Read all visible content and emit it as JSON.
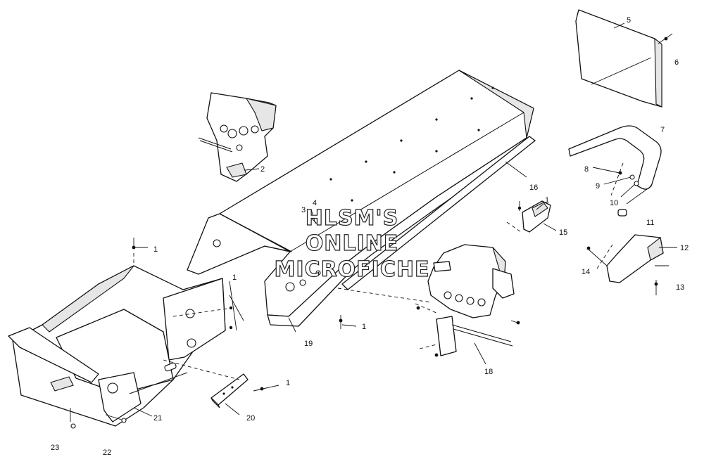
{
  "watermark": {
    "lines": [
      "HLSM'S",
      "ONLINE",
      "MICROFICHE"
    ]
  },
  "callouts": [
    {
      "id": "c1",
      "label": "1"
    },
    {
      "id": "c2",
      "label": "2"
    },
    {
      "id": "c3",
      "label": "3"
    },
    {
      "id": "c4",
      "label": "4"
    },
    {
      "id": "c5",
      "label": "5"
    },
    {
      "id": "c6",
      "label": "6"
    },
    {
      "id": "c7",
      "label": "7"
    },
    {
      "id": "c8",
      "label": "8"
    },
    {
      "id": "c9",
      "label": "9"
    },
    {
      "id": "c10",
      "label": "10"
    },
    {
      "id": "c11",
      "label": "11"
    },
    {
      "id": "c12",
      "label": "12"
    },
    {
      "id": "c13",
      "label": "13"
    },
    {
      "id": "c14",
      "label": "14"
    },
    {
      "id": "c15",
      "label": "15"
    },
    {
      "id": "c16",
      "label": "16"
    },
    {
      "id": "c18",
      "label": "18"
    },
    {
      "id": "c19",
      "label": "19"
    },
    {
      "id": "c20",
      "label": "20"
    },
    {
      "id": "c21",
      "label": "21"
    },
    {
      "id": "c22",
      "label": "22"
    },
    {
      "id": "c23",
      "label": "23"
    }
  ]
}
